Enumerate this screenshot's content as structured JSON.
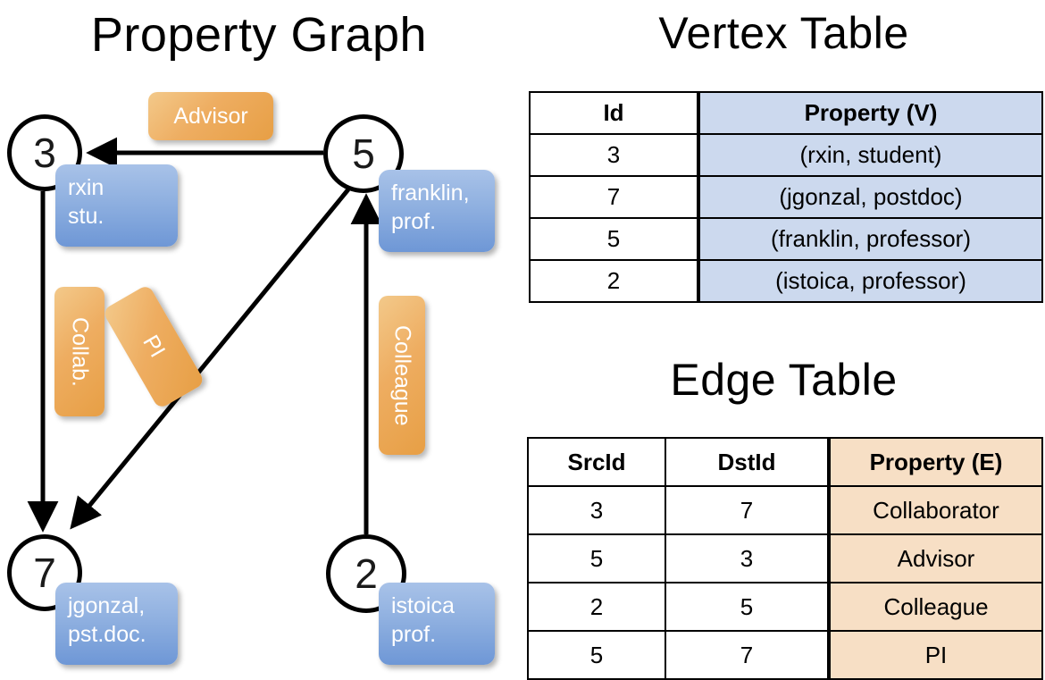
{
  "titles": {
    "property_graph": "Property Graph",
    "vertex_table": "Vertex Table",
    "edge_table": "Edge Table"
  },
  "graph": {
    "nodes": [
      {
        "id": "3",
        "label": "3",
        "property_lines": [
          "rxin",
          "stu."
        ]
      },
      {
        "id": "5",
        "label": "5",
        "property_lines": [
          "franklin,",
          "prof."
        ]
      },
      {
        "id": "7",
        "label": "7",
        "property_lines": [
          "jgonzal,",
          "pst.doc."
        ]
      },
      {
        "id": "2",
        "label": "2",
        "property_lines": [
          "istoica",
          "prof."
        ]
      }
    ],
    "edge_labels": [
      {
        "name": "advisor",
        "text": "Advisor",
        "orientation": "horizontal"
      },
      {
        "name": "collab",
        "text": "Collab.",
        "orientation": "vertical"
      },
      {
        "name": "pi",
        "text": "PI",
        "orientation": "rotated"
      },
      {
        "name": "colleague",
        "text": "Colleague",
        "orientation": "vertical"
      }
    ]
  },
  "vertex_table": {
    "headers": [
      "Id",
      "Property (V)"
    ],
    "rows": [
      {
        "id": "3",
        "property": "(rxin, student)"
      },
      {
        "id": "7",
        "property": "(jgonzal, postdoc)"
      },
      {
        "id": "5",
        "property": "(franklin, professor)"
      },
      {
        "id": "2",
        "property": "(istoica, professor)"
      }
    ]
  },
  "edge_table": {
    "headers": [
      "SrcId",
      "DstId",
      "Property (E)"
    ],
    "rows": [
      {
        "src": "3",
        "dst": "7",
        "property": "Collaborator"
      },
      {
        "src": "5",
        "dst": "3",
        "property": "Advisor"
      },
      {
        "src": "2",
        "dst": "5",
        "property": "Colleague"
      },
      {
        "src": "5",
        "dst": "7",
        "property": "PI"
      }
    ]
  },
  "colors": {
    "vertex_property_fill": "#ccd9ee",
    "edge_property_fill": "#f7dfc5",
    "vertex_box": "#8fb0e0",
    "edge_box": "#eead61",
    "stroke": "#000000",
    "background": "#ffffff"
  }
}
